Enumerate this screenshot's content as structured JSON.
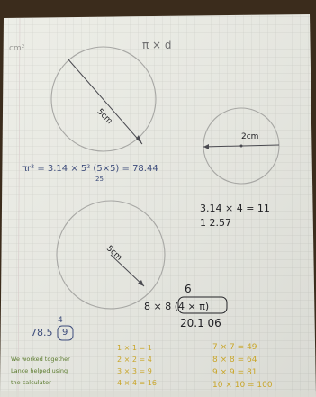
{
  "notebook": {
    "unit_header": "cm²",
    "formula_header": "π × d",
    "radius_top_left": "5cm",
    "radius_right": "2cm",
    "area_working": "πr² = 3.14 × 5² (5×5) = 78.44",
    "area_denominator": "25",
    "right_calc_line1": "3.14 × 4 = 11",
    "right_calc_line2": "1 2.57",
    "radius_bottom": "5cm",
    "mid_calc_top": "6",
    "mid_calc_line": "8 × 8 (4 × π)",
    "mid_calc_result": "20.1 06",
    "bottom_left_value": "78.5",
    "bottom_left_small": "4",
    "bottom_left_box": "9",
    "green_note_lines": [
      "We worked together",
      "Lance helped using",
      "the calculator"
    ],
    "squares_left": [
      "1 × 1 = 1",
      "2 × 2 = 4",
      "3 × 3 = 9",
      "4 × 4 = 16"
    ],
    "squares_right": [
      "7 × 7 = 49",
      "8 × 8 = 64",
      "9 × 9 = 81",
      "10 × 10 = 100"
    ]
  }
}
